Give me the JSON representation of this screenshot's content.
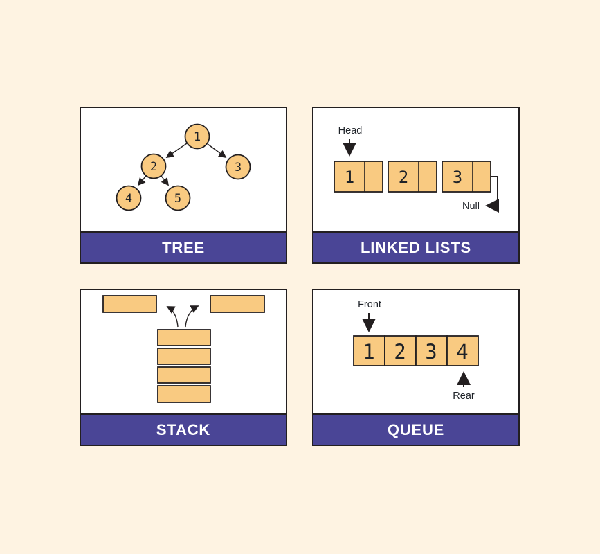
{
  "colors": {
    "background": "#FEF3E2",
    "panel_bg": "#FFFFFF",
    "panel_border": "#231F20",
    "title_bar": "#4A4596",
    "title_text": "#FFFFFF",
    "node_fill": "#F9CA81",
    "node_border": "#231F20",
    "text_dark": "#1E2228"
  },
  "panels": {
    "tree": {
      "title": "TREE",
      "nodes": [
        {
          "value": 1
        },
        {
          "value": 2
        },
        {
          "value": 3
        },
        {
          "value": 4
        },
        {
          "value": 5
        }
      ],
      "edges": [
        "1-2",
        "1-3",
        "2-4",
        "2-5"
      ]
    },
    "linked_lists": {
      "title": "LINKED LISTS",
      "head_label": "Head",
      "null_label": "Null",
      "nodes": [
        {
          "value": 1
        },
        {
          "value": 2
        },
        {
          "value": 3
        }
      ]
    },
    "stack": {
      "title": "STACK",
      "popped_item_count": 2,
      "stacked_item_count": 4
    },
    "queue": {
      "title": "QUEUE",
      "front_label": "Front",
      "rear_label": "Rear",
      "cells": [
        {
          "value": 1
        },
        {
          "value": 2
        },
        {
          "value": 3
        },
        {
          "value": 4
        }
      ]
    }
  }
}
